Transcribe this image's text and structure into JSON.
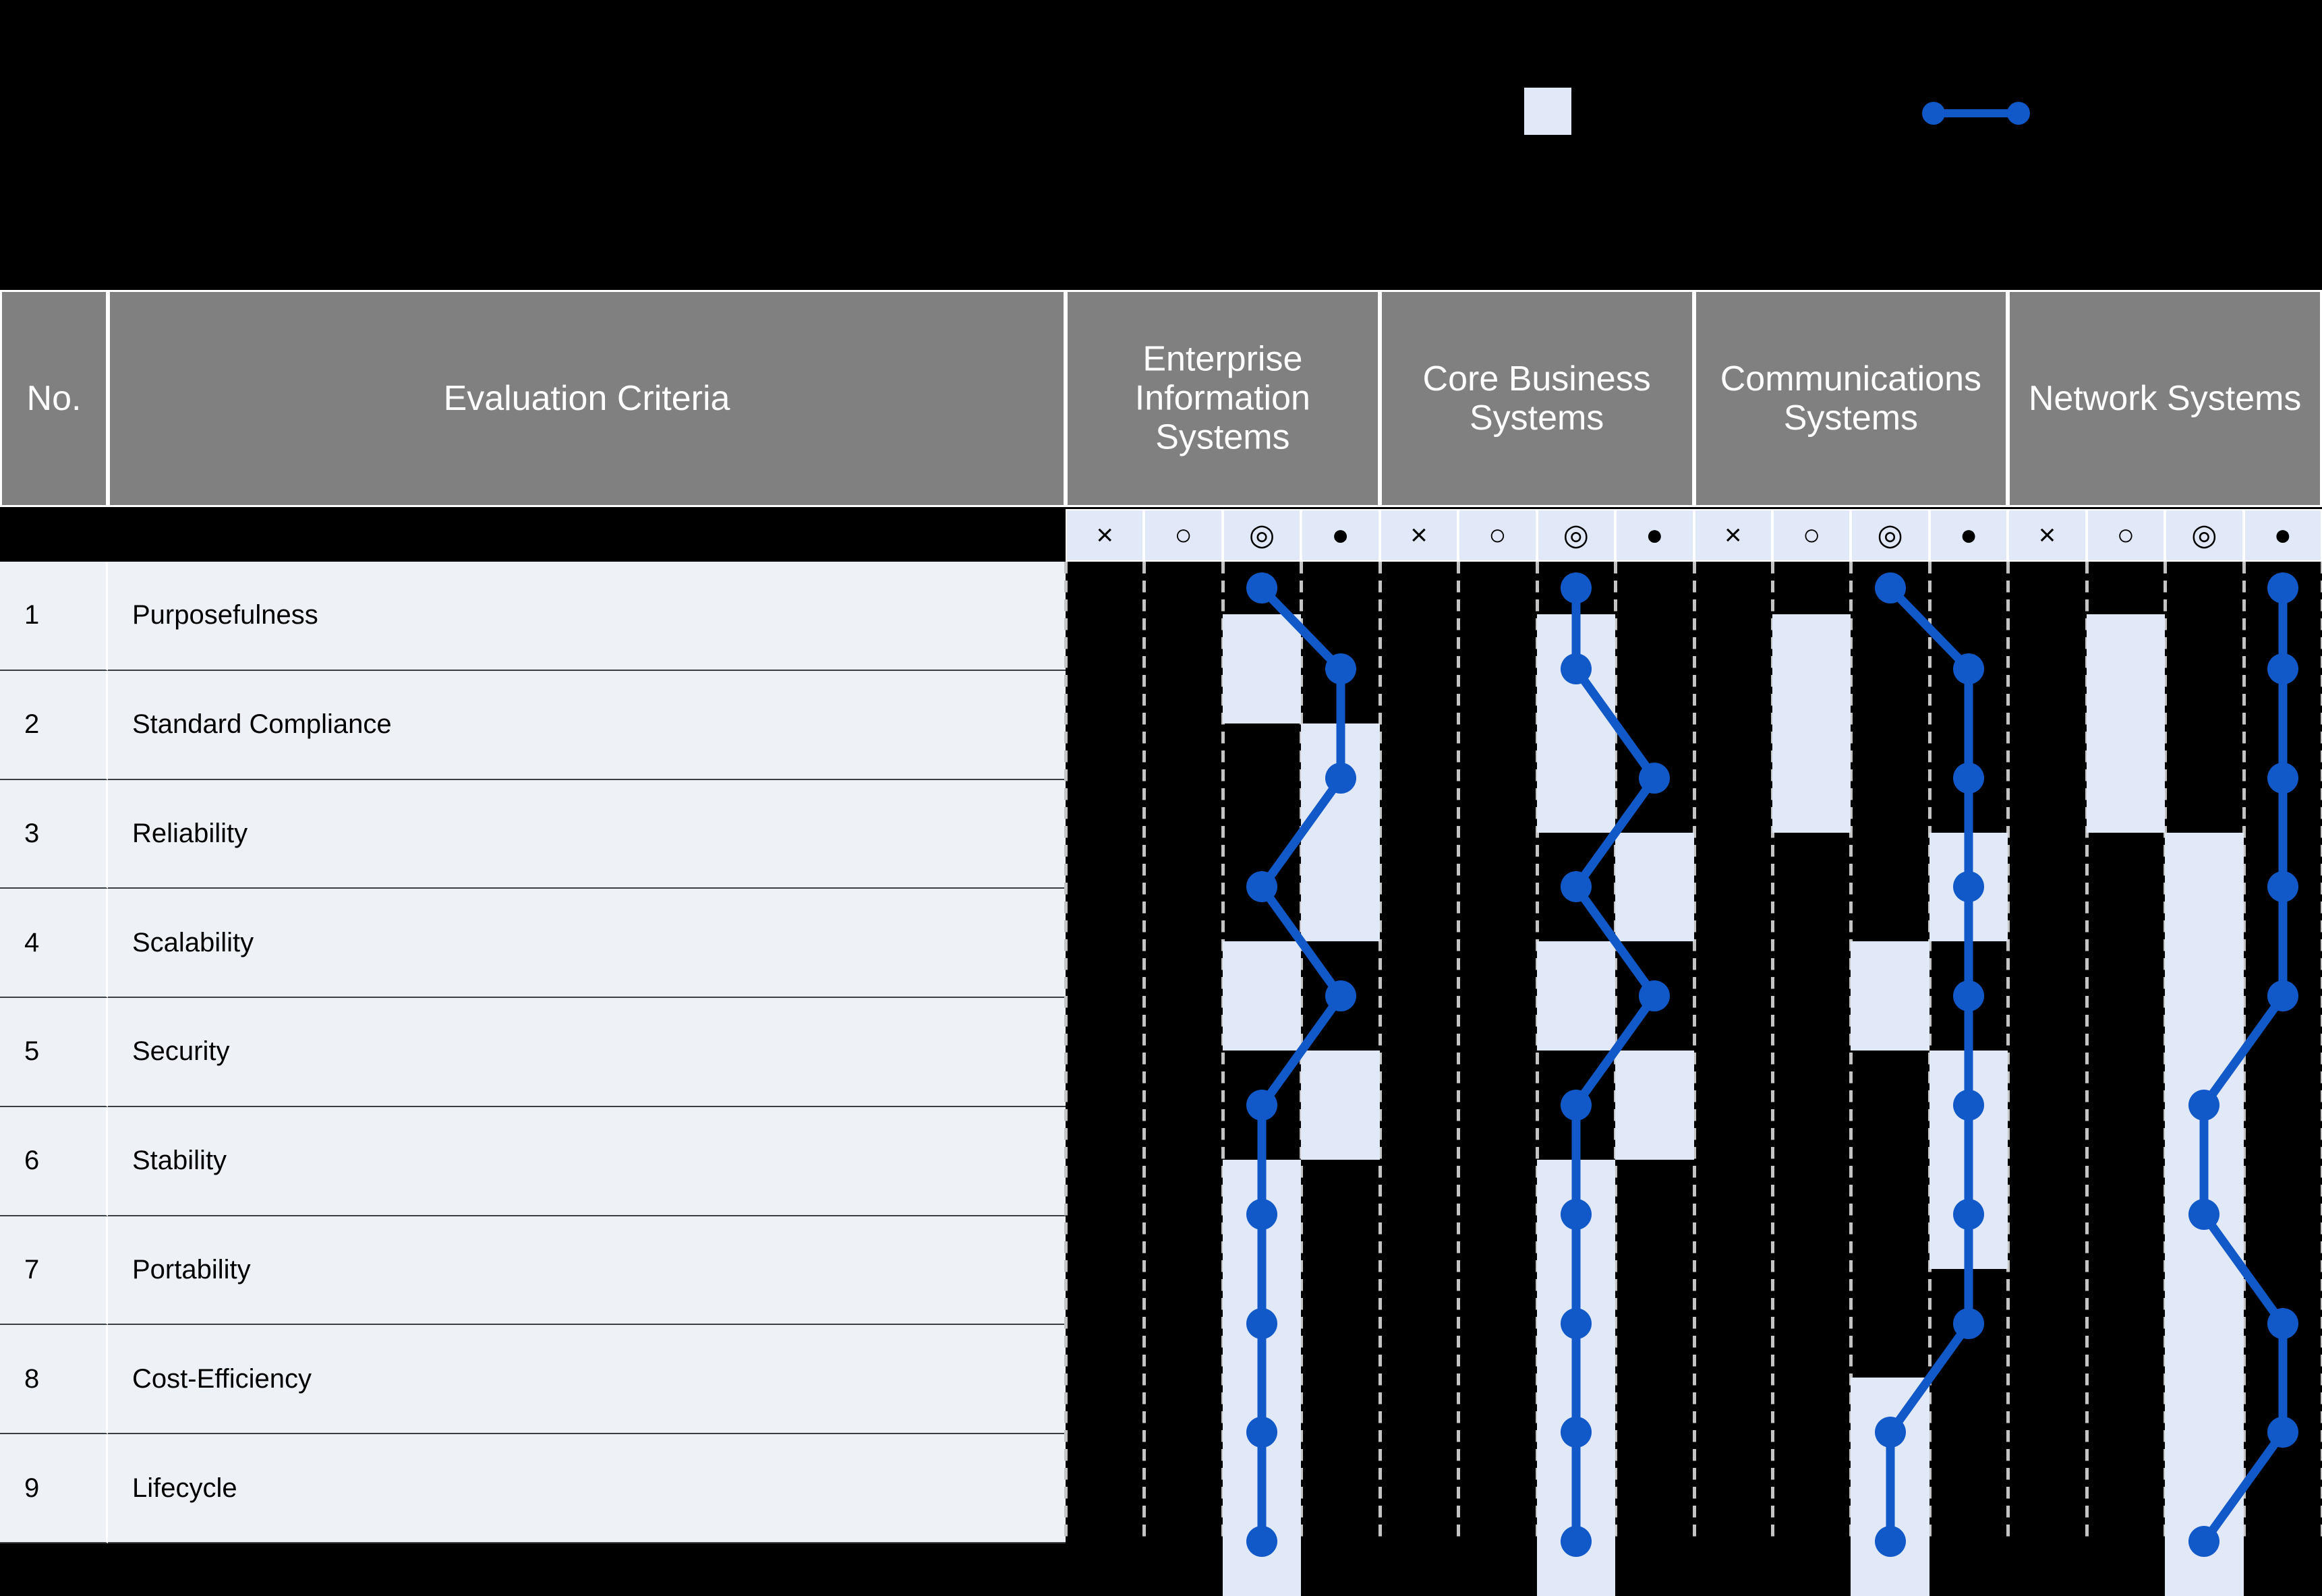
{
  "legend": {
    "swatch_label": "",
    "line_label": "",
    "swatch_color": "#e1e9f8",
    "line_color": "#1158c9"
  },
  "table": {
    "col_no": "No.",
    "col_criteria": "Evaluation Criteria",
    "groups": [
      {
        "label": "Enterprise Information Systems",
        "symbols": [
          "×",
          "○",
          "◎",
          "●"
        ]
      },
      {
        "label": "Core Business Systems",
        "symbols": [
          "×",
          "○",
          "◎",
          "●"
        ]
      },
      {
        "label": "Communications Systems",
        "symbols": [
          "×",
          "○",
          "◎",
          "●"
        ]
      },
      {
        "label": "Network Systems",
        "symbols": [
          "×",
          "○",
          "◎",
          "●"
        ]
      }
    ],
    "rows": [
      {
        "no": "1",
        "criteria": "Purposefulness"
      },
      {
        "no": "2",
        "criteria": "Standard Compliance"
      },
      {
        "no": "3",
        "criteria": "Reliability"
      },
      {
        "no": "4",
        "criteria": "Scalability"
      },
      {
        "no": "5",
        "criteria": "Security"
      },
      {
        "no": "6",
        "criteria": "Stability"
      },
      {
        "no": "7",
        "criteria": "Portability"
      },
      {
        "no": "8",
        "criteria": "Cost-Efficiency"
      },
      {
        "no": "9",
        "criteria": "Lifecycle"
      }
    ]
  },
  "chart_data": {
    "type": "line",
    "title": "",
    "xlabel": "",
    "ylabel": "",
    "orientation": "vertical-categories",
    "scale_labels": [
      "×",
      "○",
      "◎",
      "●"
    ],
    "scale_values": [
      1,
      2,
      3,
      4
    ],
    "categories": [
      "Purposefulness",
      "Standard Compliance",
      "Reliability",
      "Scalability",
      "Security",
      "Stability",
      "Portability",
      "Cost-Efficiency",
      "Lifecycle"
    ],
    "legend_position": "top",
    "grid": true,
    "series": [
      {
        "name": "Enterprise Information Systems",
        "header_value": 3,
        "values": [
          4,
          4,
          3,
          4,
          3,
          3,
          3,
          3,
          3
        ],
        "highlight_values": [
          3,
          4,
          4,
          3,
          4,
          3,
          3,
          3,
          3
        ]
      },
      {
        "name": "Core Business Systems",
        "header_value": 3,
        "values": [
          3,
          4,
          3,
          4,
          3,
          3,
          3,
          3,
          3
        ],
        "highlight_values": [
          3,
          3,
          4,
          3,
          4,
          3,
          3,
          3,
          3
        ]
      },
      {
        "name": "Communications Systems",
        "header_value": 3,
        "values": [
          4,
          4,
          4,
          4,
          4,
          4,
          4,
          3,
          3
        ],
        "highlight_values": [
          2,
          2,
          4,
          3,
          4,
          4,
          null,
          3,
          3
        ]
      },
      {
        "name": "Network Systems",
        "header_value": 4,
        "values": [
          4,
          4,
          4,
          4,
          3,
          3,
          4,
          4,
          3
        ],
        "highlight_values": [
          2,
          2,
          3,
          3,
          3,
          3,
          3,
          3,
          3
        ]
      }
    ]
  }
}
